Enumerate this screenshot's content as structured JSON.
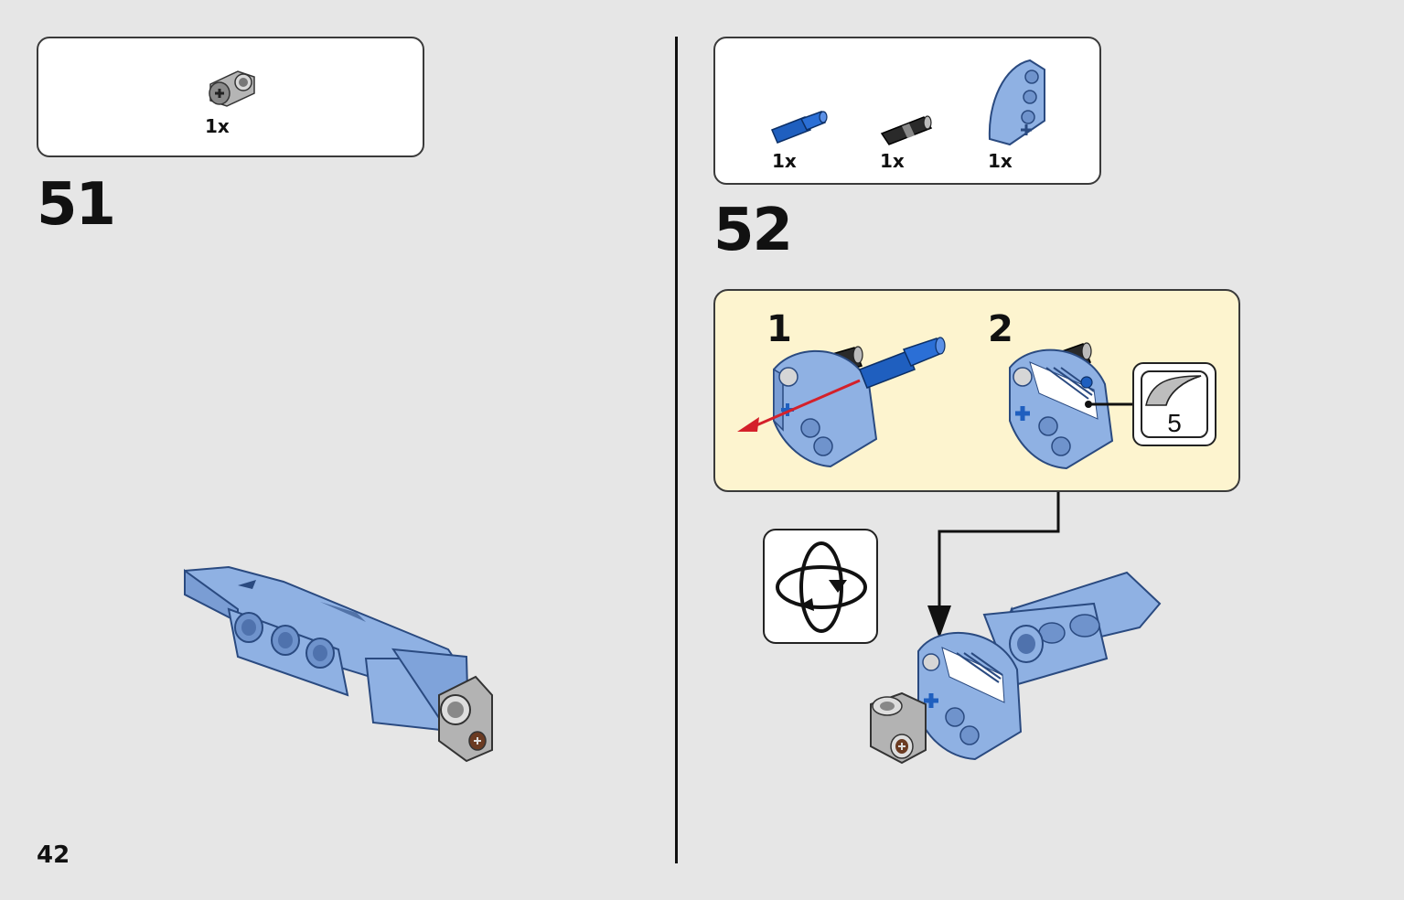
{
  "page": {
    "number": "42"
  },
  "colors": {
    "background": "#e6e6e6",
    "medium_azure": "#8fb1e3",
    "part_blue": "#1f5fbf",
    "part_grey": "#a9a9a9",
    "substep_bg": "#fdf4cf",
    "arrow_red": "#d4202a"
  },
  "step51": {
    "number": "51",
    "parts": [
      {
        "icon": "grey-axle-pin-connector-icon",
        "qty": "1x"
      }
    ]
  },
  "step52": {
    "number": "52",
    "parts": [
      {
        "icon": "blue-axle-pin-icon",
        "qty": "1x"
      },
      {
        "icon": "black-friction-pin-icon",
        "qty": "1x"
      },
      {
        "icon": "azure-curved-beam-icon",
        "qty": "1x"
      }
    ],
    "substeps": [
      {
        "number": "1"
      },
      {
        "number": "2"
      }
    ],
    "sticker": {
      "number": "5"
    }
  }
}
